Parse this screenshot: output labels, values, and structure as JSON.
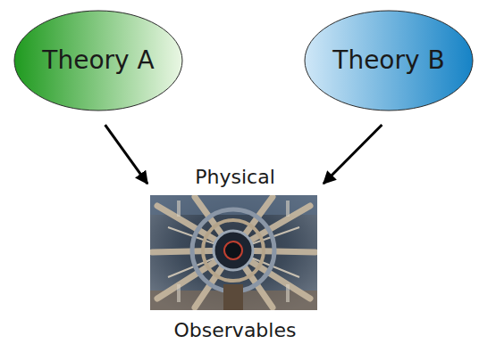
{
  "diagram": {
    "nodes": [
      {
        "text": [
          "Theory A"
        ]
      },
      {
        "text": [
          "Theory B"
        ]
      },
      {
        "text": [
          "Physical",
          "Observables"
        ]
      }
    ],
    "edges": [
      {
        "from": 0,
        "to": 2,
        "arrow": "to"
      },
      {
        "from": 1,
        "to": 2,
        "arrow": "to"
      }
    ]
  }
}
